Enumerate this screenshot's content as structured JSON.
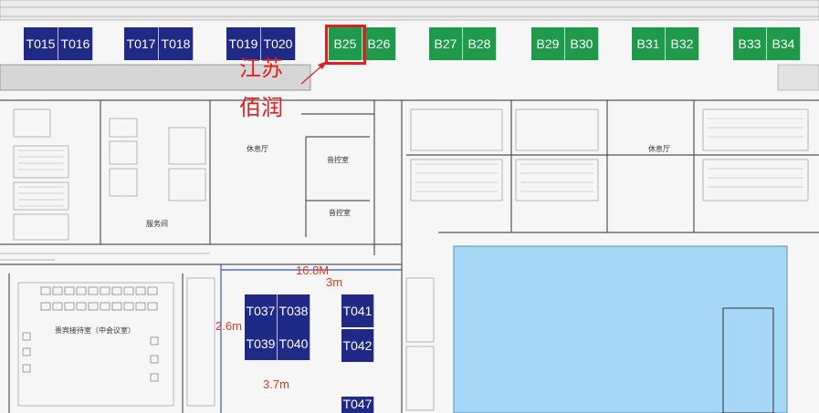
{
  "booths_top_navy": [
    {
      "id": "T015"
    },
    {
      "id": "T016"
    },
    {
      "id": "T017"
    },
    {
      "id": "T018"
    },
    {
      "id": "T019"
    },
    {
      "id": "T020"
    }
  ],
  "booths_top_green": [
    {
      "id": "B25"
    },
    {
      "id": "B26"
    },
    {
      "id": "B27"
    },
    {
      "id": "B28"
    },
    {
      "id": "B29"
    },
    {
      "id": "B30"
    },
    {
      "id": "B31"
    },
    {
      "id": "B32"
    },
    {
      "id": "B33"
    },
    {
      "id": "B34"
    }
  ],
  "booths_mid_navy": [
    {
      "id": "T037"
    },
    {
      "id": "T038"
    },
    {
      "id": "T039"
    },
    {
      "id": "T040"
    },
    {
      "id": "T041"
    },
    {
      "id": "T042"
    },
    {
      "id": "T047"
    }
  ],
  "highlighted_booth": "B25",
  "annotation": {
    "line1": "江苏",
    "line2": "佰润"
  },
  "dimensions": {
    "width": "16.8M",
    "width2": "3m",
    "height": "2.6m",
    "depth": "3.7m"
  },
  "rooms": {
    "rest_hall_left": "休息厅",
    "sound_control": "音控室",
    "sound_control2": "音控室",
    "vip_room": "贵宾接待室（中会议室）",
    "rest_hall_right": "休息厅",
    "service_room": "服务间"
  },
  "colors": {
    "navy": "#1f2a86",
    "green": "#1f9a4b",
    "highlight": "#e02020",
    "hall": "#a6d8f5"
  }
}
